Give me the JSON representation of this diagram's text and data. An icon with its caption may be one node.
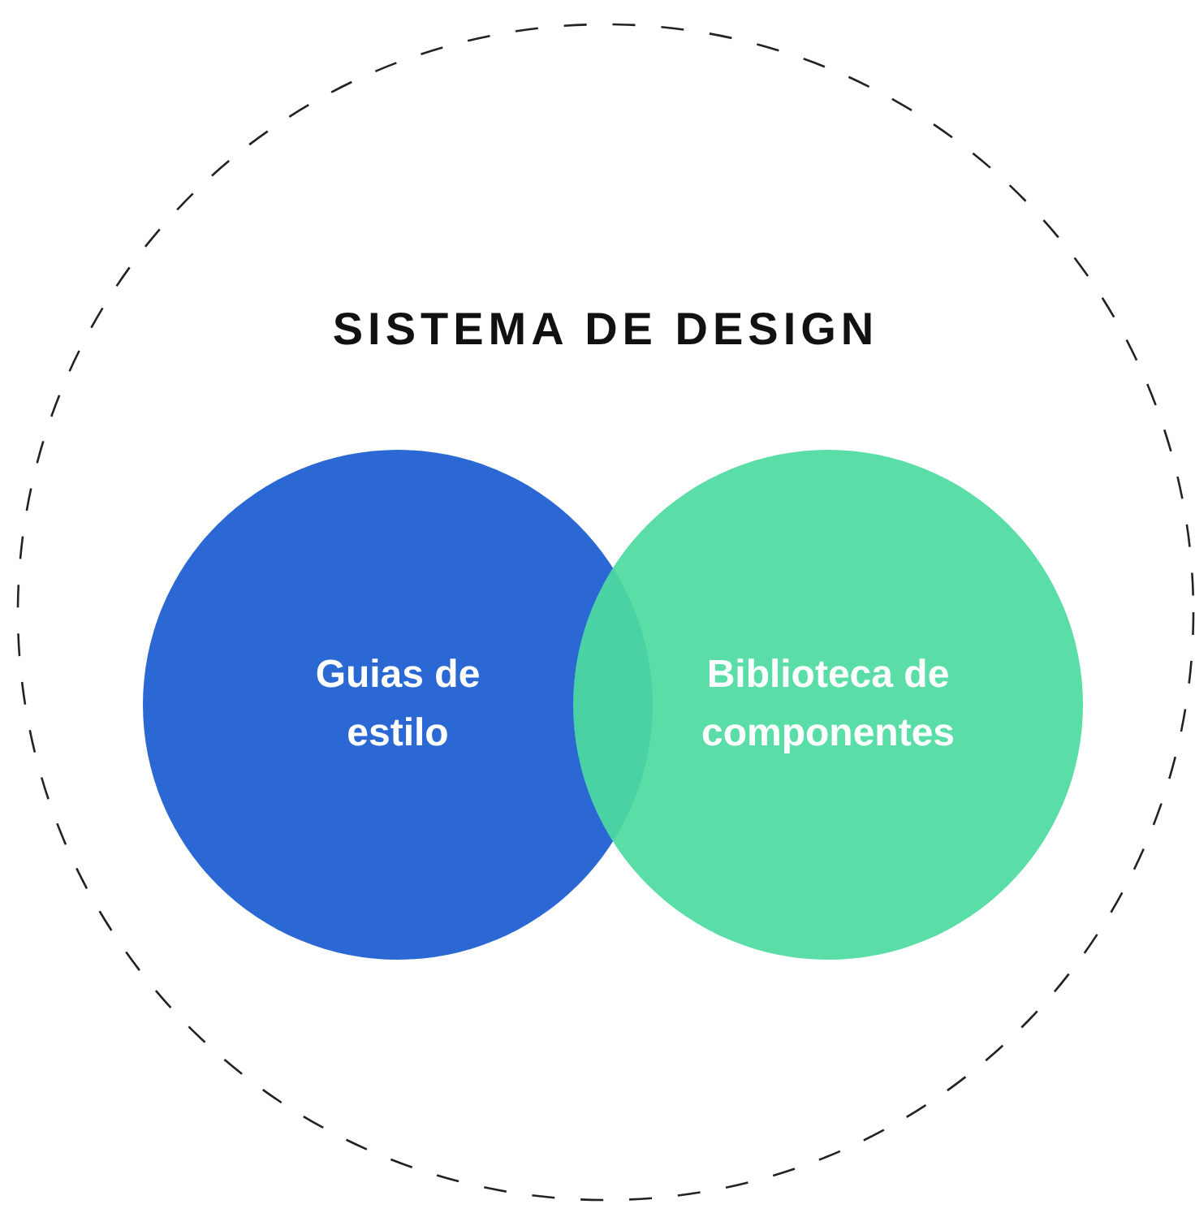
{
  "diagram": {
    "nodes": [
      {
        "text": [
          "SISTEMA DE DESIGN"
        ]
      },
      {
        "text": [
          "Guias de estilo"
        ],
        "in": 0
      },
      {
        "text": [
          "Biblioteca de componentes"
        ],
        "in": 0
      }
    ]
  }
}
